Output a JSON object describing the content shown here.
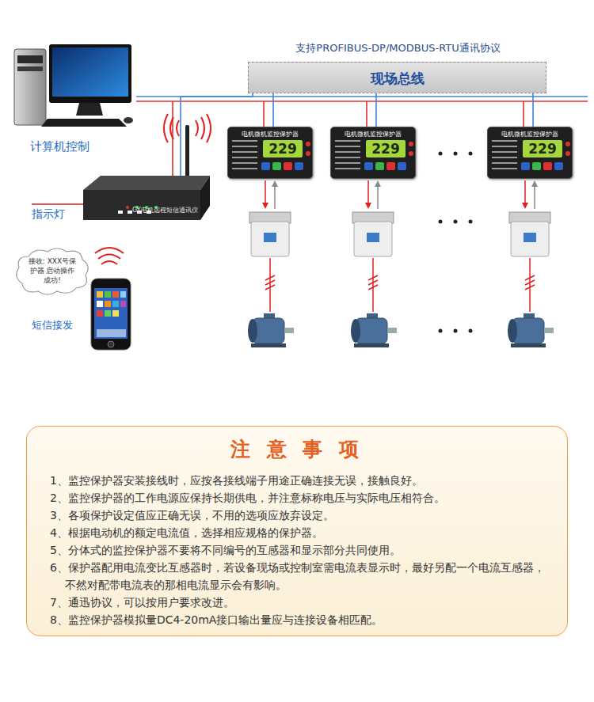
{
  "diagram": {
    "nodes": [
      {
        "text": [
          "支持PROFIBUS-DP/MODBUS-RTU通讯协议",
          "现场总线"
        ]
      },
      {
        "text": [
          "GY电机远程短信通讯仪"
        ]
      },
      {
        "text": [
          "接收: XXX号保护器 启动操作成功!"
        ]
      },
      {
        "text": [
          "电机微机监控保护器",
          "229"
        ]
      },
      {
        "text": [
          "电机微机监控保护器",
          "229"
        ]
      },
      {
        "text": [
          "电机微机监控保护器",
          "229"
        ]
      },
      {
        "text": [
          "注 意 事 项",
          "1、监控保护器安装接线时，应按各接线端子用途正确连接无误，接触良好。",
          "2、监控保护器的工作电源应保持长期供电，并注意标称电压与实际电压相符合。",
          "3、各项保护设定值应正确无误，不用的选项应放弃设定。",
          "4、根据电动机的额定电流值，选择相应规格的保护器。",
          "5、分体式的监控保护器不要将不同编号的互感器和显示部分共同使用。",
          "6、保护器配用电流变比互感器时，若设备现场或控制室需电流表显示时，最好另配一个电流互感器， 不然对配带电流表的那相电流显示会有影响。",
          "7、通迅协议，可以按用户要求改进。",
          "8、监控保护器模拟量DC4-20mA接口输出量应与连接设备相匹配。"
        ]
      }
    ],
    "edges": [
      {
        "from": 0,
        "to": 1,
        "arrow": "none"
      },
      {
        "from": 0,
        "to": 3,
        "arrow": "none"
      },
      {
        "from": 0,
        "to": 4,
        "arrow": "none"
      },
      {
        "from": 0,
        "to": 5,
        "arrow": "none"
      }
    ],
    "labels": [
      "计算机控制",
      "指示灯",
      "短信接发"
    ]
  }
}
